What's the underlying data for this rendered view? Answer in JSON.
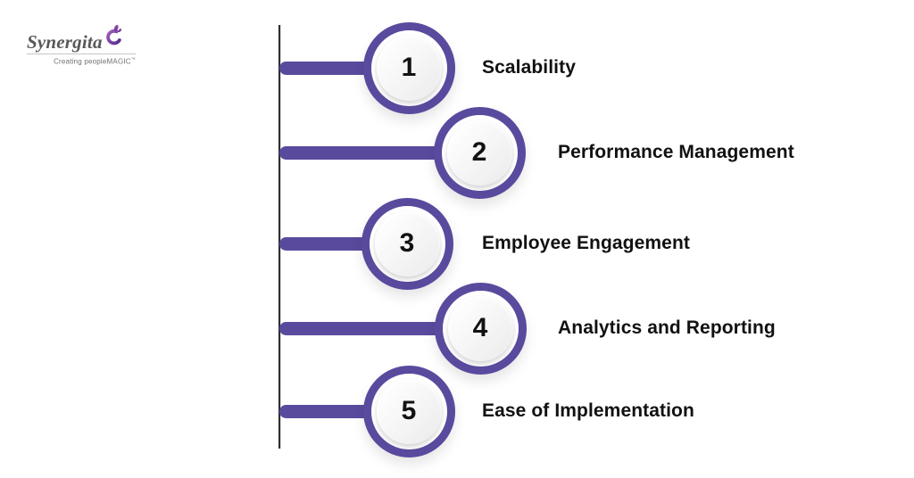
{
  "logo": {
    "brand": "Synergita",
    "tagline": "Creating peopleMAGIC",
    "trademark": "™",
    "icon": "synergita-swirl-icon"
  },
  "colors": {
    "accent_purple": "#5a4a9e",
    "spine_line": "#2e2e2e",
    "label_text": "#111111",
    "logo_purple": "#7b3f9d",
    "logo_gray": "#58585b"
  },
  "items": [
    {
      "number": "1",
      "label": "Scalability"
    },
    {
      "number": "2",
      "label": "Performance Management"
    },
    {
      "number": "3",
      "label": "Employee Engagement"
    },
    {
      "number": "4",
      "label": "Analytics and Reporting"
    },
    {
      "number": "5",
      "label": "Ease of Implementation"
    }
  ]
}
